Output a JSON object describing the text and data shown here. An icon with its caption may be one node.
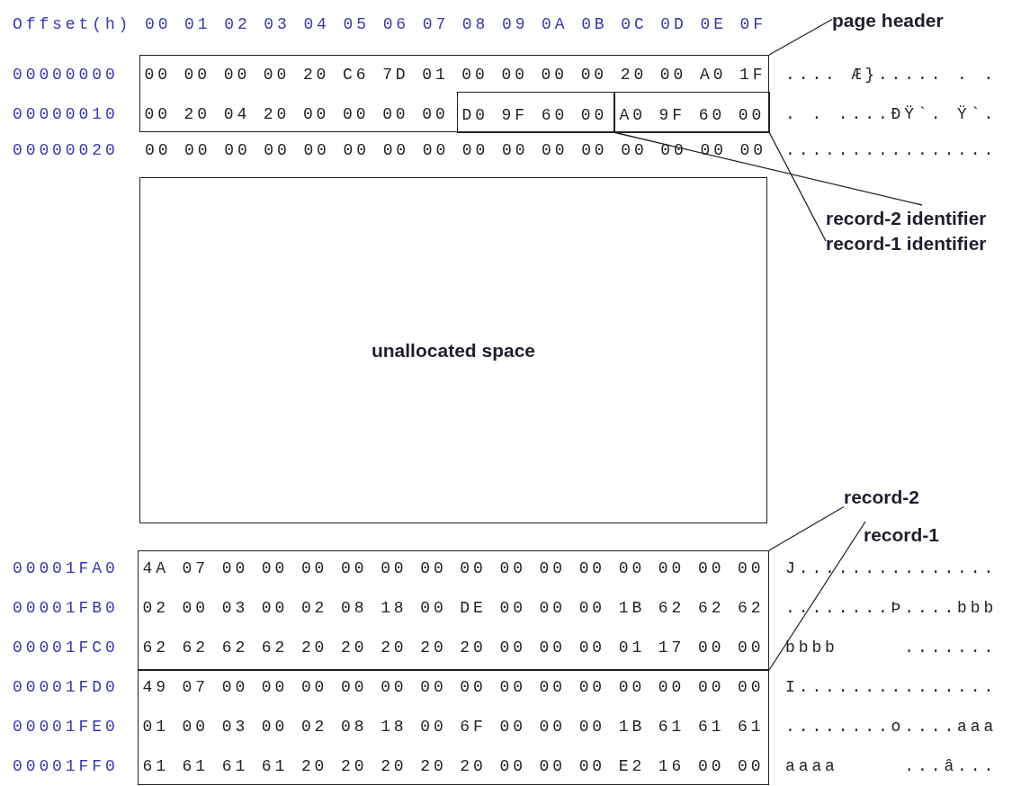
{
  "diagram": {
    "nodes": [
      {
        "text": [
          "page header"
        ]
      },
      {
        "text": [
          "00 00 00 00 20 C6 7D 01 00 00 00 00 20 00 A0 1F",
          "00 20 04 20 00 00 00 00"
        ]
      },
      {
        "text": [
          "D0 9F 60 00"
        ],
        "in": 1
      },
      {
        "text": [
          "A0 9F 60 00"
        ],
        "in": 1
      },
      {
        "text": [
          "record-2 identifier"
        ]
      },
      {
        "text": [
          "record-1 identifier"
        ]
      },
      {
        "text": [
          "unallocated space"
        ]
      },
      {
        "text": [
          "4A 07 00 00 00 00 00 00 00 00 00 00 00 00 00 00",
          "02 00 03 00 02 08 18 00 DE 00 00 00 1B 62 62 62",
          "62 62 62 62 20 20 20 20 20 00 00 00 01 17 00 00"
        ]
      },
      {
        "text": [
          "49 07 00 00 00 00 00 00 00 00 00 00 00 00 00 00",
          "01 00 03 00 02 08 18 00 6F 00 00 00 1B 61 61 61",
          "61 61 61 61 20 20 20 20 20 00 00 00 E2 16 00 00"
        ]
      },
      {
        "text": [
          "record-2"
        ]
      },
      {
        "text": [
          "record-1"
        ]
      }
    ],
    "edges": [
      {
        "from": 0,
        "to": 1,
        "arrow": "none"
      },
      {
        "from": 4,
        "to": 2,
        "arrow": "none"
      },
      {
        "from": 5,
        "to": 3,
        "arrow": "none"
      },
      {
        "from": 9,
        "to": 7,
        "arrow": "none"
      },
      {
        "from": 10,
        "to": 7,
        "arrow": "none"
      }
    ],
    "labels": [
      "Offset(h)",
      "00 01 02 03 04 05 06 07 08 09 0A 0B 0C 0D 0E 0F",
      "00000000",
      ".... Æ}..... . .",
      "00000010",
      ". . ....ÐŸ`. Ÿ`.",
      "00000020",
      "00 00 00 00 00 00 00 00 00 00 00 00 00 00 00 00",
      "................",
      "00001FA0",
      "J...............",
      "00001FB0",
      "........Þ....bbb",
      "00001FC0",
      "bbbb     .......",
      "00001FD0",
      "I...............",
      "00001FE0",
      "........o....aaa",
      "00001FF0",
      "aaaa     ...â..."
    ]
  }
}
